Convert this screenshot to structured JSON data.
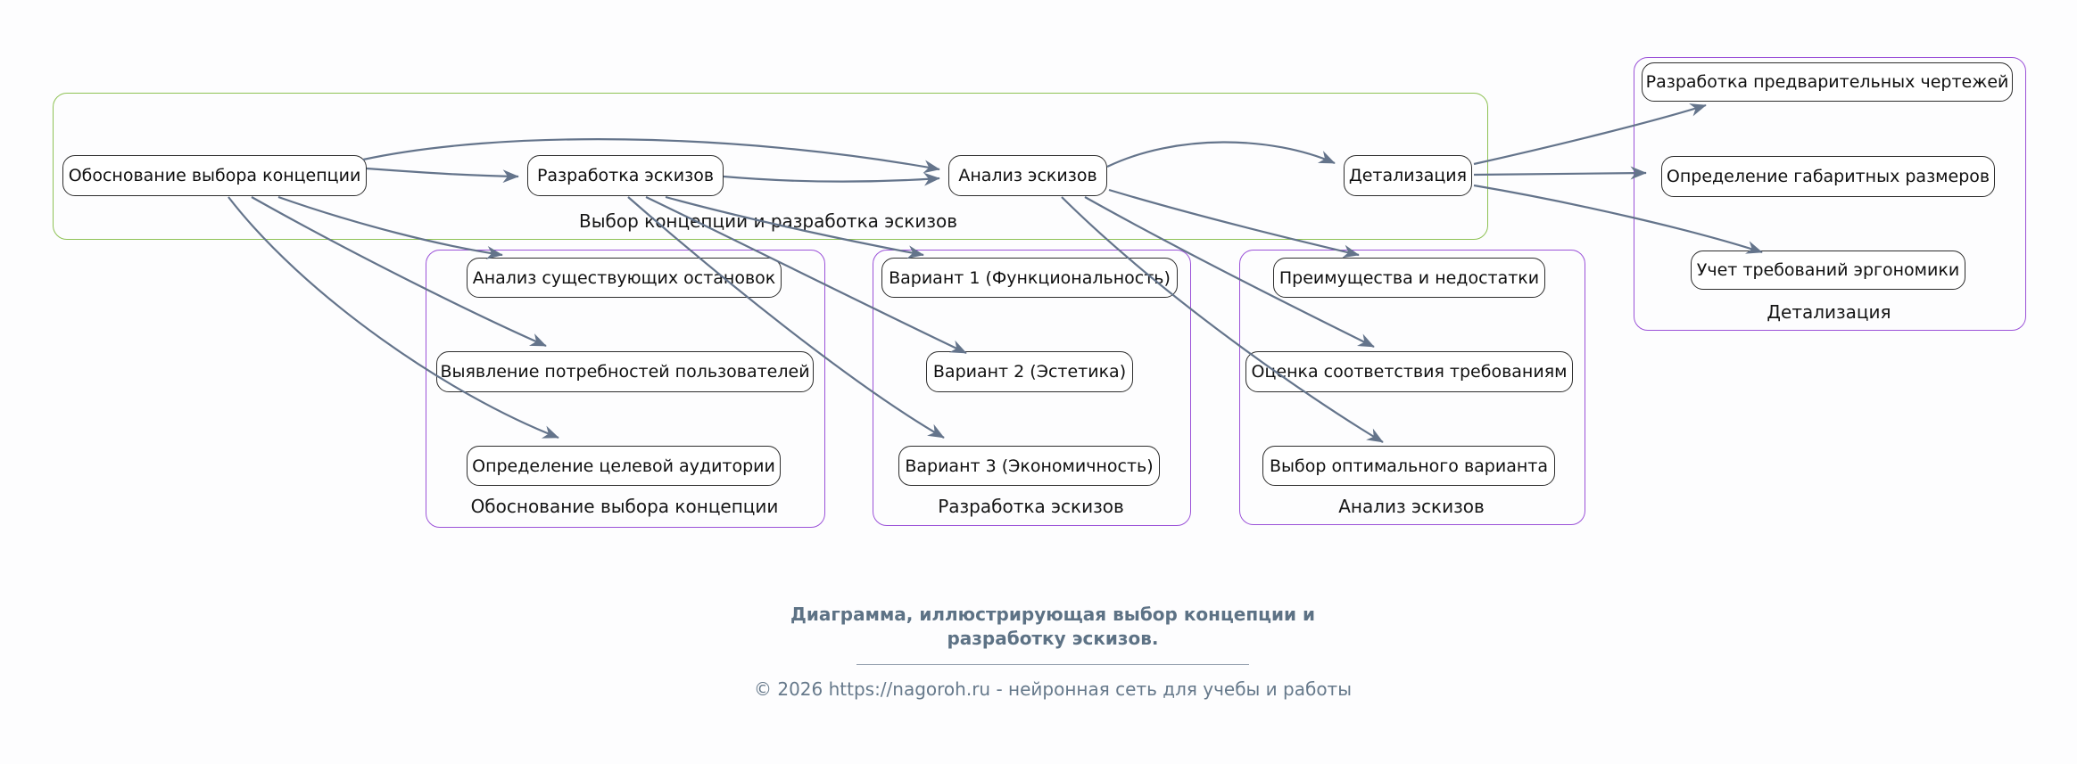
{
  "colors": {
    "background": "#fdfdfe",
    "edge": "#64748b",
    "node_border": "#2d2d2d",
    "node_fill": "#ffffff",
    "main_group_border": "#8fc255",
    "sub_group_border": "#9b52d8",
    "caption_text": "#5d7285",
    "footer_text": "#66798b"
  },
  "diagram": {
    "main_group": {
      "label": "Выбор концепции и разработка эскизов",
      "nodes": [
        {
          "label": "Обоснование выбора концепции"
        },
        {
          "label": "Разработка эскизов"
        },
        {
          "label": "Анализ эскизов"
        },
        {
          "label": "Детализация"
        }
      ]
    },
    "justification_group": {
      "label": "Обоснование выбора концепции",
      "nodes": [
        {
          "label": "Анализ существующих остановок"
        },
        {
          "label": "Выявление потребностей пользователей"
        },
        {
          "label": "Определение целевой аудитории"
        }
      ]
    },
    "sketch_group": {
      "label": "Разработка эскизов",
      "nodes": [
        {
          "label": "Вариант 1 (Функциональность)"
        },
        {
          "label": "Вариант 2 (Эстетика)"
        },
        {
          "label": "Вариант 3 (Экономичность)"
        }
      ]
    },
    "analysis_group": {
      "label": "Анализ эскизов",
      "nodes": [
        {
          "label": "Преимущества и недостатки"
        },
        {
          "label": "Оценка соответствия требованиям"
        },
        {
          "label": "Выбор оптимального варианта"
        }
      ]
    },
    "detail_group": {
      "label": "Детализация",
      "nodes": [
        {
          "label": "Разработка предварительных чертежей"
        },
        {
          "label": "Определение габаритных размеров"
        },
        {
          "label": "Учет требований эргономики"
        }
      ]
    },
    "edges": [
      {
        "from": "Обоснование выбора концепции",
        "to": "Разработка эскизов"
      },
      {
        "from": "Обоснование выбора концепции",
        "to": "Анализ эскизов"
      },
      {
        "from": "Разработка эскизов",
        "to": "Анализ эскизов"
      },
      {
        "from": "Анализ эскизов",
        "to": "Детализация"
      },
      {
        "from": "Обоснование выбора концепции",
        "to": "Анализ существующих остановок"
      },
      {
        "from": "Обоснование выбора концепции",
        "to": "Выявление потребностей пользователей"
      },
      {
        "from": "Обоснование выбора концепции",
        "to": "Определение целевой аудитории"
      },
      {
        "from": "Разработка эскизов",
        "to": "Вариант 1 (Функциональность)"
      },
      {
        "from": "Разработка эскизов",
        "to": "Вариант 2 (Эстетика)"
      },
      {
        "from": "Разработка эскизов",
        "to": "Вариант 3 (Экономичность)"
      },
      {
        "from": "Анализ эскизов",
        "to": "Преимущества и недостатки"
      },
      {
        "from": "Анализ эскизов",
        "to": "Оценка соответствия требованиям"
      },
      {
        "from": "Анализ эскизов",
        "to": "Выбор оптимального варианта"
      },
      {
        "from": "Детализация",
        "to": "Разработка предварительных чертежей"
      },
      {
        "from": "Детализация",
        "to": "Определение габаритных размеров"
      },
      {
        "from": "Детализация",
        "to": "Учет требований эргономики"
      }
    ]
  },
  "caption": {
    "text": "Диаграмма, иллюстрирующая выбор концепции и разработку эскизов."
  },
  "footer": {
    "text": "© 2026 https://nagoroh.ru - нейронная сеть для учебы и работы"
  }
}
